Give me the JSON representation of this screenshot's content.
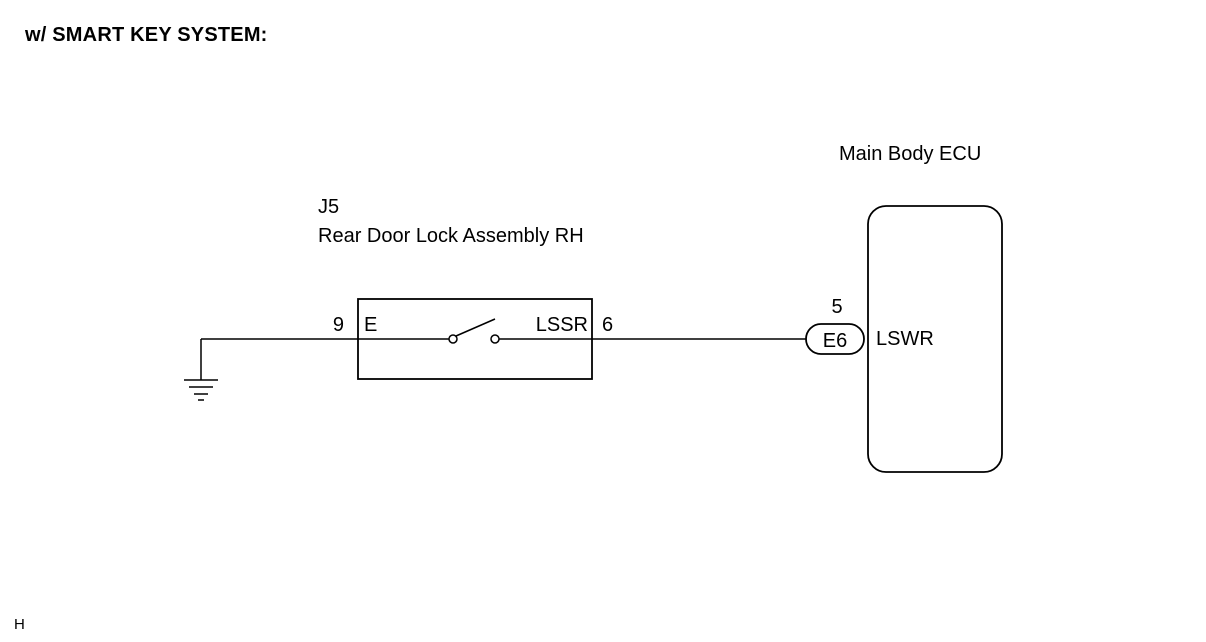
{
  "header": {
    "title": "w/ SMART KEY SYSTEM:"
  },
  "footer": {
    "label": "H"
  },
  "components": {
    "door_lock": {
      "connector_id": "J5",
      "name": "Rear Door Lock Assembly RH",
      "left_pin": {
        "number": "9",
        "name": "E"
      },
      "right_pin": {
        "number": "6",
        "name": "LSSR"
      }
    },
    "ecu": {
      "name": "Main Body ECU",
      "connector": {
        "id": "E6",
        "pin_number": "5",
        "pin_name": "LSWR"
      }
    }
  }
}
